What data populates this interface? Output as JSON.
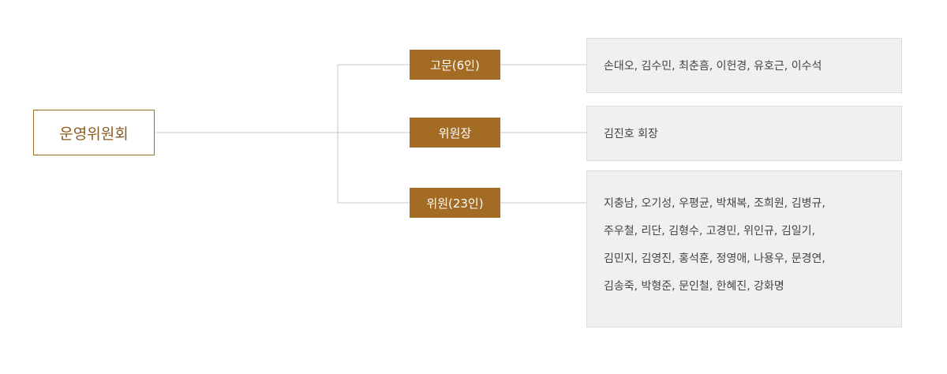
{
  "root": {
    "label": "운영위원회"
  },
  "branches": [
    {
      "label": "고문(6인)",
      "members": [
        "손대오, 김수민, 최춘흠, 이헌경, 유호근, 이수석"
      ]
    },
    {
      "label": "위원장",
      "members": [
        "김진호 회장"
      ]
    },
    {
      "label": "위원(23인)",
      "members": [
        "지충남, 오기성, 우평균, 박채복, 조희원, 김병규,",
        "주우철, 리단, 김형수, 고경민, 위인규, 김일기,",
        "김민지, 김영진, 홍석훈, 정영애, 나용우, 문경연,",
        "김송죽, 박형준, 문인철, 한혜진, 강화명"
      ]
    }
  ],
  "colors": {
    "branch_fill": "#a36b24",
    "root_border": "#9f6d2a",
    "root_text": "#8a5a1e",
    "detail_fill": "#f0f0f0",
    "connector": "#c8c8c8"
  }
}
